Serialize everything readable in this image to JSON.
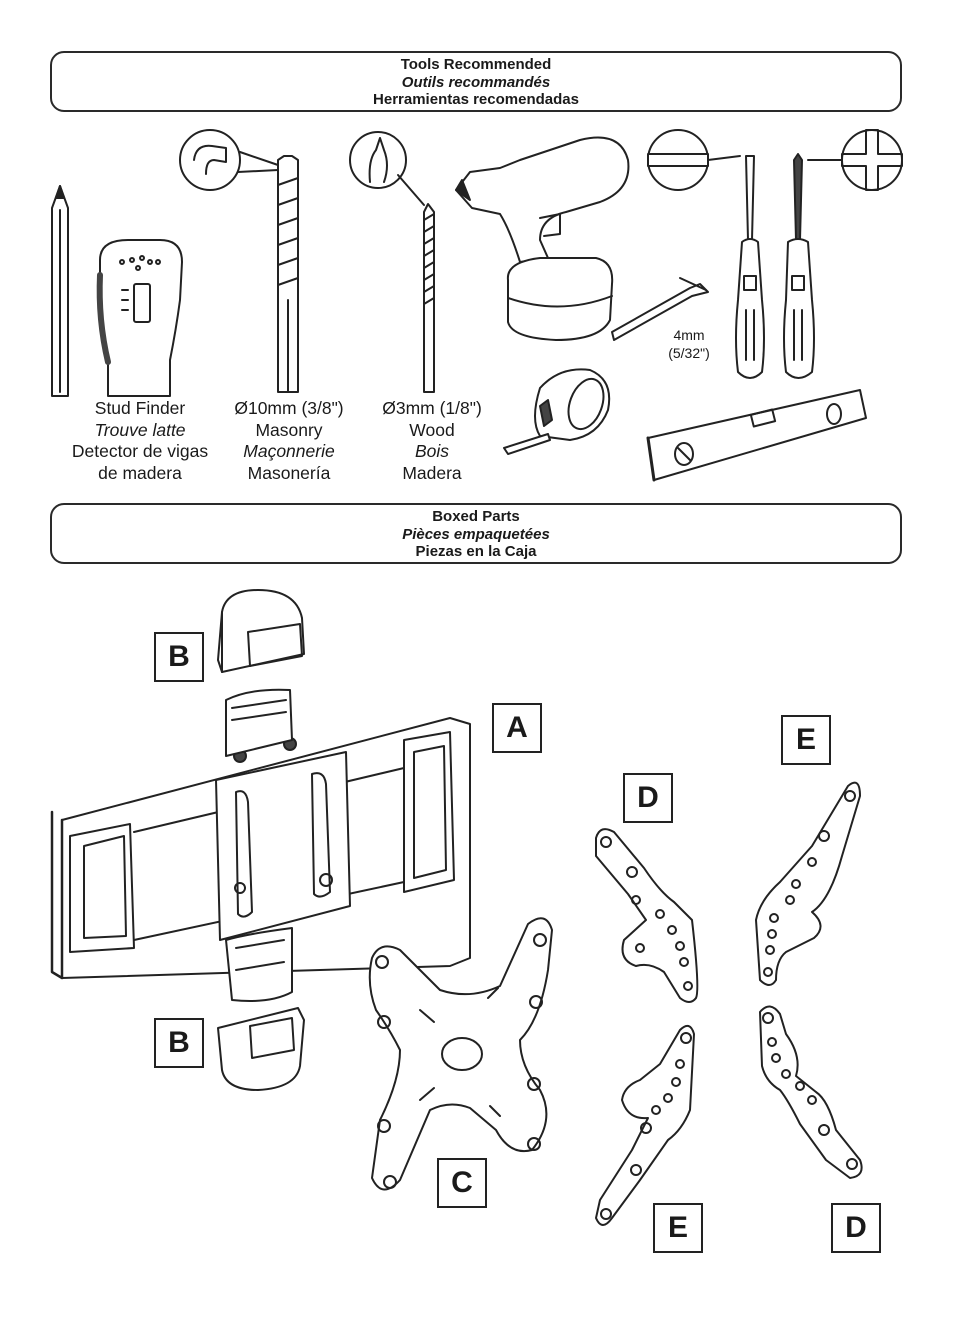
{
  "tools_banner": {
    "en": "Tools Recommended",
    "fr": "Outils recommandés",
    "es": "Herramientas recomendadas"
  },
  "tools": {
    "stud_finder": {
      "en": "Stud Finder",
      "fr": "Trouve latte",
      "es1": "Detector de vigas",
      "es2": "de madera"
    },
    "masonry_bit": {
      "size": "Ø10mm (3/8\")",
      "en": "Masonry",
      "fr": "Maçonnerie",
      "es": "Masonería"
    },
    "wood_bit": {
      "size": "Ø3mm (1/8\")",
      "en": "Wood",
      "fr": "Bois",
      "es": "Madera"
    },
    "hex_key": {
      "size1": "4mm",
      "size2": "(5/32\")"
    }
  },
  "parts_banner": {
    "en": "Boxed Parts",
    "fr": "Pièces empaquetées",
    "es": "Piezas en la Caja"
  },
  "part_labels": {
    "a": "A",
    "b_top": "B",
    "b_bottom": "B",
    "c": "C",
    "d_top": "D",
    "d_bottom": "D",
    "e_top": "E",
    "e_bottom": "E"
  }
}
